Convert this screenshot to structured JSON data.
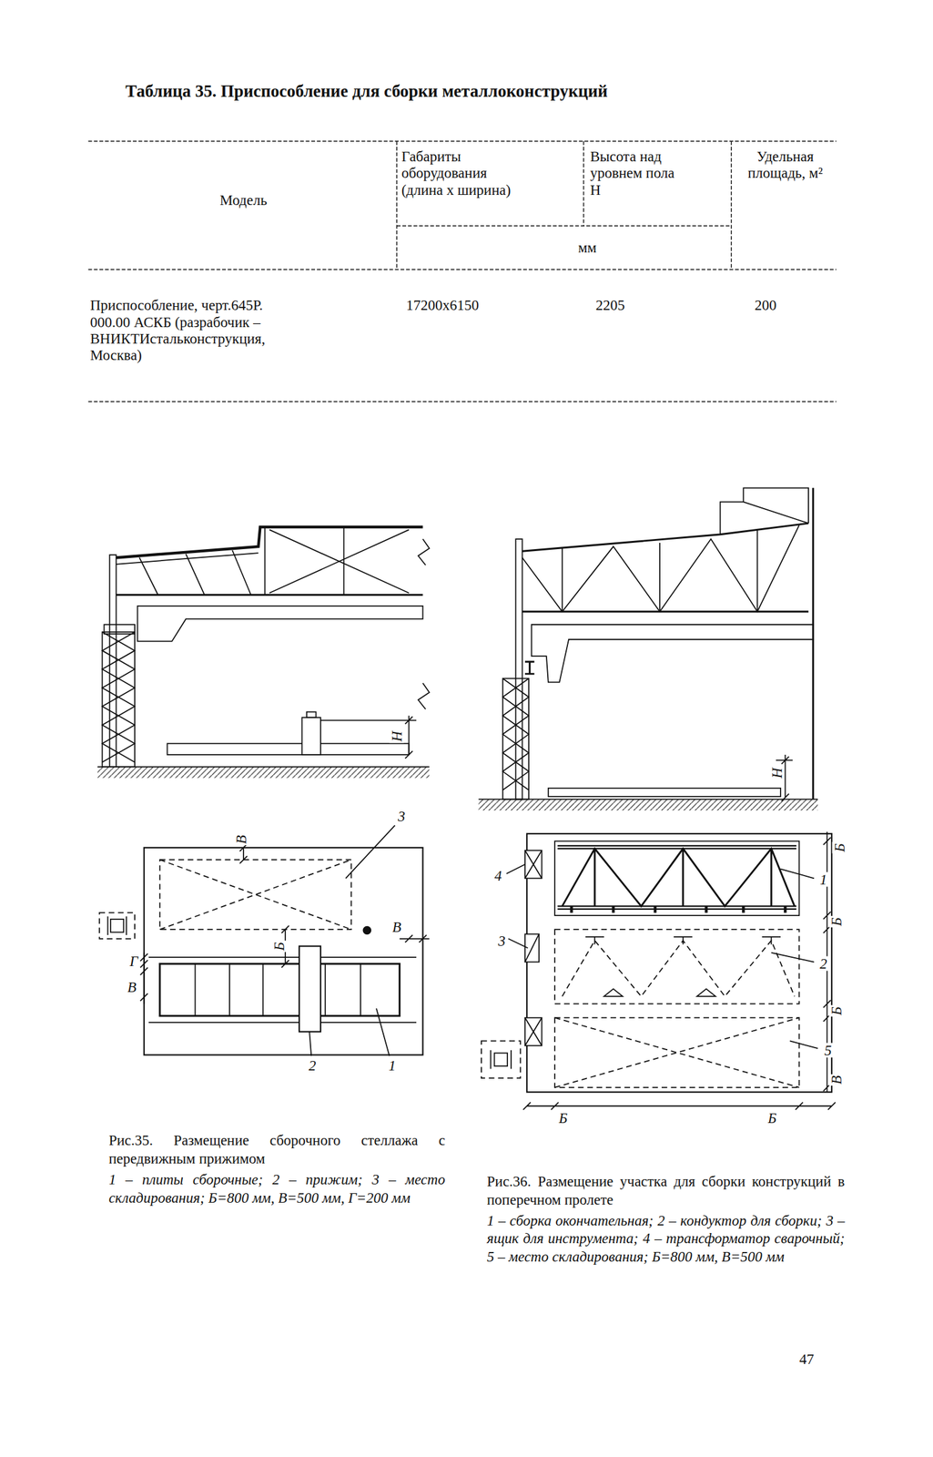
{
  "diagram": {
    "title": "Таблица 35. Приспособление для сборки металлоконструкций",
    "labels": [
      "Модель",
      "Габариты оборудования (длина х ширина)",
      "Высота над уровнем пола H",
      "Удельная площадь, м²",
      "мм",
      "Приспособление, черт.645Р. 000.00 АСКБ (разрабочик – ВНИКТИстальконструкция, Москва)",
      "17200х6150",
      "2205",
      "200",
      "H",
      "В",
      "Б",
      "В",
      "Г",
      "В",
      "3",
      "2",
      "1",
      "H",
      "Б",
      "Б",
      "Б",
      "В",
      "4",
      "3",
      "1",
      "2",
      "5",
      "Б",
      "Б",
      "Рис.35. Размещение сборочного стеллажа с передвижным прижимом",
      "1 – плиты сборочные; 2 – прижим; 3 – место складирования; Б=800 мм, В=500 мм, Г=200 мм",
      "Рис.36. Размещение участка для сборки конструкций в поперечном пролете",
      "1 – сборка окончательная; 2 – кондуктор для сборки; 3 – ящик для инструмента; 4 – трансформатор сварочный; 5 – место складирования; Б=800 мм, В=500 мм",
      "47"
    ]
  }
}
